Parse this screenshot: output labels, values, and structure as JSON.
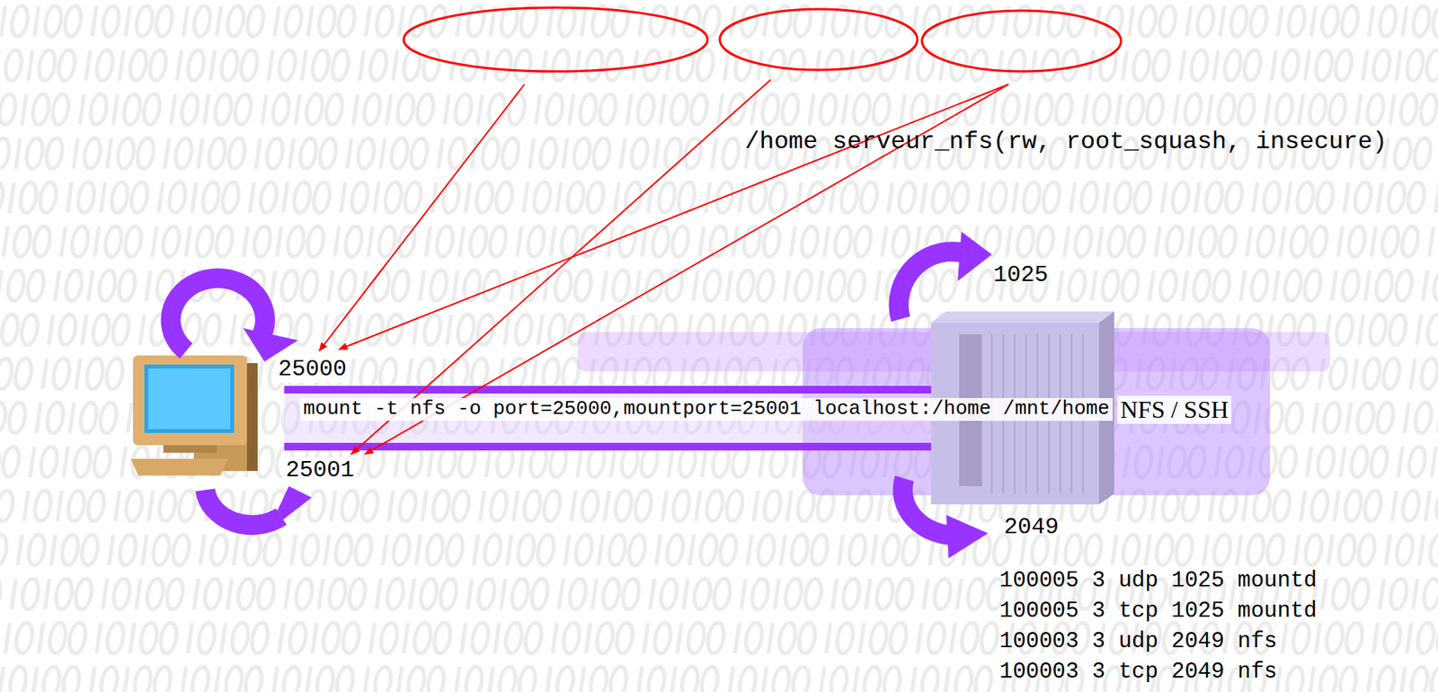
{
  "diagram": {
    "labels": [
      "/home serveur_nfs(rw, root_squash, insecure)",
      "1025",
      "25000",
      "mount -t nfs -o port=25000,mountport=25001 localhost:/home /mnt/home",
      "NFS / SSH",
      "25001",
      "2049",
      "100005 3 udp 1025 mountd",
      "100005 3 tcp 1025 mountd",
      "100003 3 udp 2049 nfs",
      "100003 3 tcp 2049 nfs"
    ]
  }
}
